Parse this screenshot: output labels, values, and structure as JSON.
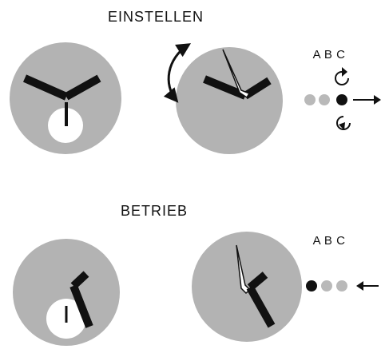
{
  "sections": {
    "setting": {
      "title": "EINSTELLEN",
      "crown_label": "A B C",
      "crown_position": "C",
      "crown_action": "pull out"
    },
    "running": {
      "title": "BETRIEB",
      "crown_label": "A B C",
      "crown_position": "A",
      "crown_action": "push in"
    }
  },
  "icons": {
    "rotate_hands": "double-arrow-curved-icon",
    "rotate_cw": "rotate-clockwise-icon",
    "rotate_ccw": "rotate-counterclockwise-icon",
    "arrow_right": "arrow-right-icon",
    "arrow_left": "arrow-left-icon"
  },
  "colors": {
    "dial": "#b3b3b3",
    "crown_inactive": "#b9b9b9",
    "crown_active": "#111111",
    "hands": "#111111",
    "subdial": "#ffffff",
    "text": "#111111"
  }
}
